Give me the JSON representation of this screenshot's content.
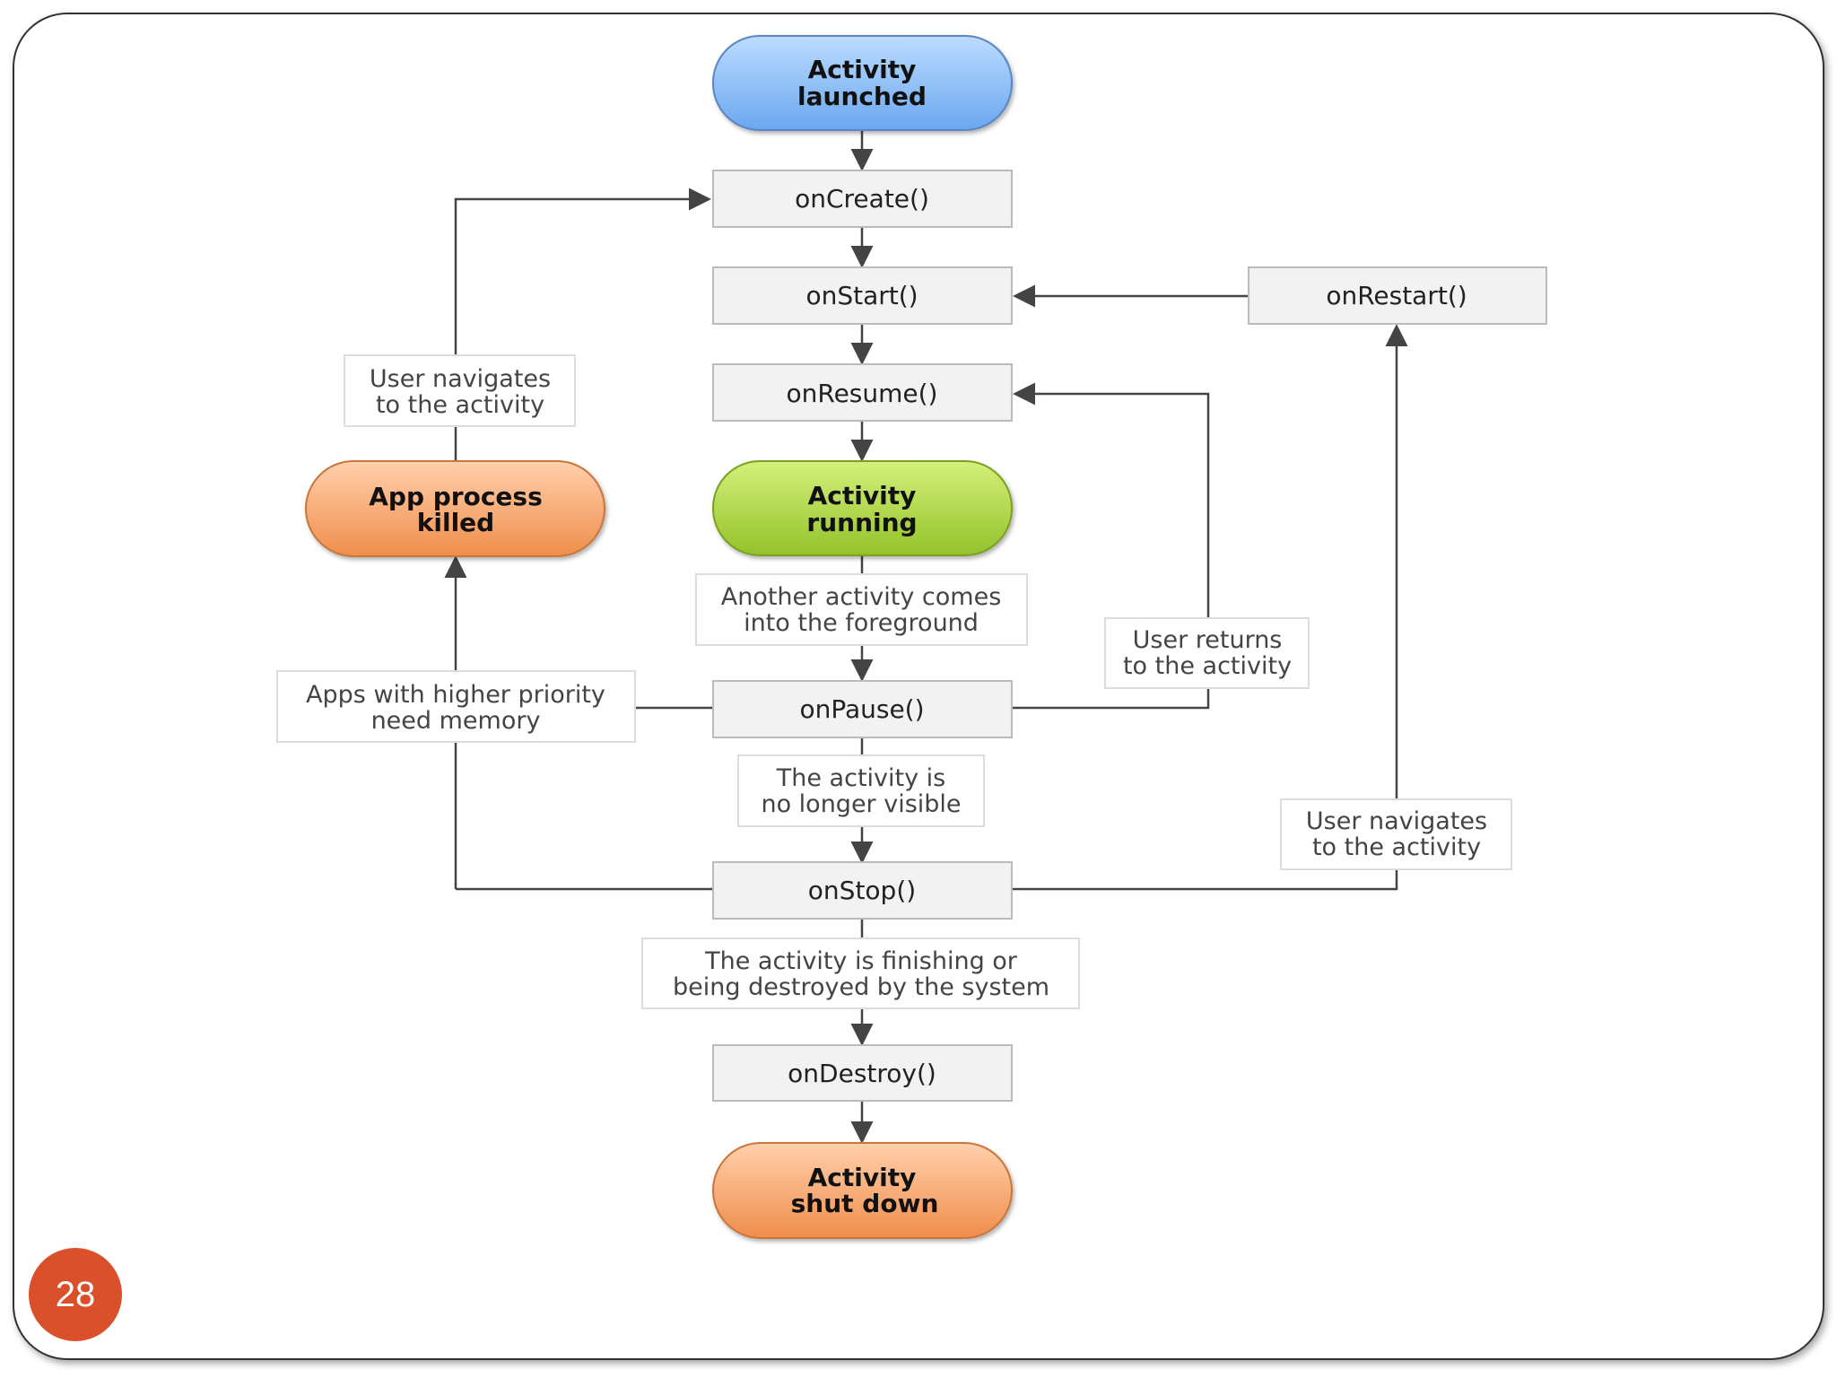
{
  "slide": {
    "page_number": "28"
  },
  "colors": {
    "blue_state": "#7fb6f5",
    "green_state": "#a8d43c",
    "orange_state": "#f7a061",
    "method_box": "#f2f2f2",
    "connector": "#444444",
    "page_badge": "#d9502a"
  },
  "states": {
    "launched": {
      "line1": "Activity",
      "line2": "launched"
    },
    "running": {
      "line1": "Activity",
      "line2": "running"
    },
    "killed": {
      "line1": "App process",
      "line2": "killed"
    },
    "shutdown": {
      "line1": "Activity",
      "line2": "shut down"
    }
  },
  "methods": {
    "on_create": "onCreate()",
    "on_start": "onStart()",
    "on_restart": "onRestart()",
    "on_resume": "onResume()",
    "on_pause": "onPause()",
    "on_stop": "onStop()",
    "on_destroy": "onDestroy()"
  },
  "notes": {
    "user_navigates_left": {
      "line1": "User navigates",
      "line2": "to the activity"
    },
    "another_activity": {
      "line1": "Another activity comes",
      "line2": "into the foreground"
    },
    "user_returns": {
      "line1": "User returns",
      "line2": "to the activity"
    },
    "apps_higher_priority": {
      "line1": "Apps with higher priority",
      "line2": "need memory"
    },
    "no_longer_visible": {
      "line1": "The activity is",
      "line2": "no longer visible"
    },
    "user_navigates_right": {
      "line1": "User navigates",
      "line2": "to the activity"
    },
    "finishing": {
      "line1": "The activity is finishing or",
      "line2": "being destroyed by the system"
    }
  }
}
